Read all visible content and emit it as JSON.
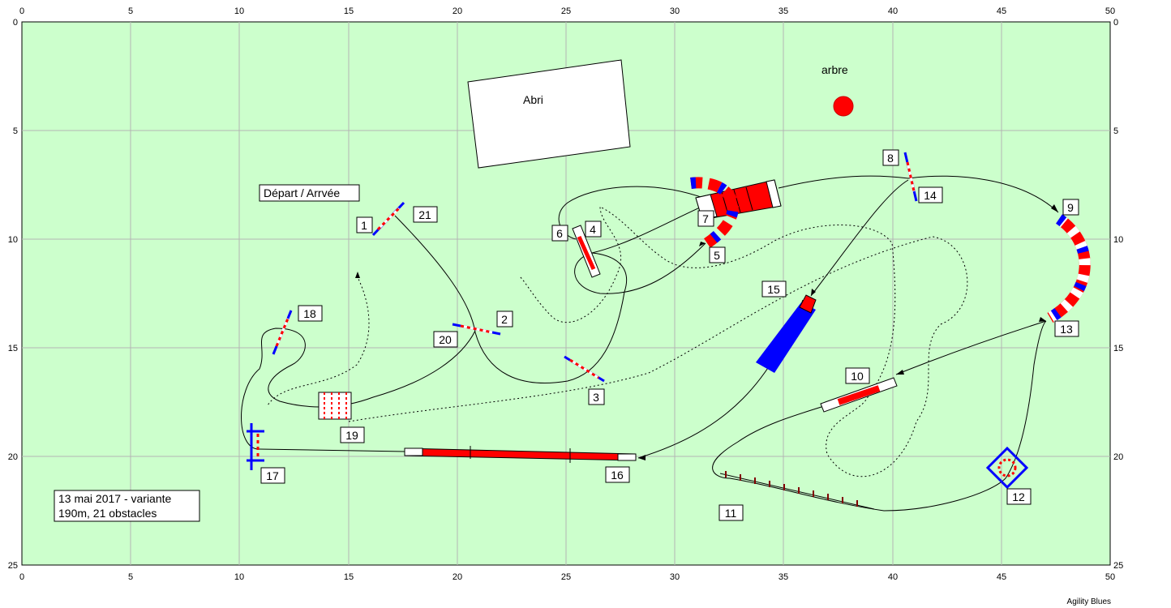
{
  "axes": {
    "x_ticks": [
      "0",
      "5",
      "10",
      "15",
      "20",
      "25",
      "30",
      "35",
      "40",
      "45",
      "50"
    ],
    "y_ticks": [
      "0",
      "5",
      "10",
      "15",
      "20",
      "25"
    ]
  },
  "colors": {
    "field": "#ccffcc",
    "grid": "#b4b4b4",
    "bar_red": "#ff0000",
    "bar_blue": "#0000ff"
  },
  "landmarks": {
    "shelter": "Abri",
    "tree": "arbre"
  },
  "start_label": "Départ / Arrvée",
  "info": {
    "line1": "13 mai 2017 - variante",
    "line2": "190m, 21 obstacles"
  },
  "credit": "Agility Blues",
  "obstacle_numbers": [
    "1",
    "2",
    "3",
    "4",
    "5",
    "6",
    "7",
    "8",
    "9",
    "10",
    "11",
    "12",
    "13",
    "14",
    "15",
    "16",
    "17",
    "18",
    "19",
    "20",
    "21"
  ]
}
